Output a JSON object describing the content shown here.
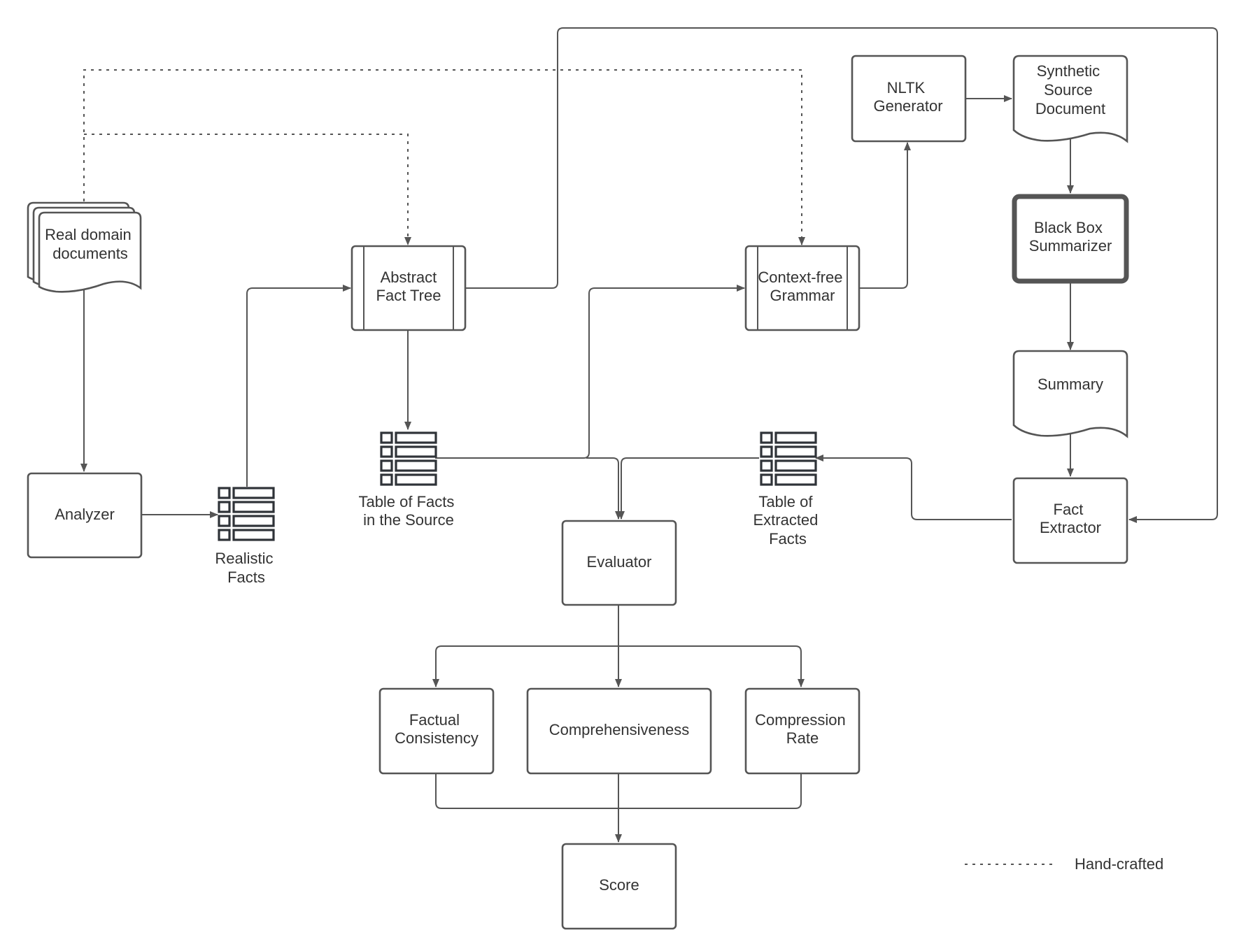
{
  "nodes": {
    "real_docs": [
      "Real domain",
      "documents"
    ],
    "analyzer": [
      "Analyzer"
    ],
    "realistic_facts": [
      "Realistic",
      "Facts"
    ],
    "abstract_fact_tree": [
      "Abstract",
      "Fact Tree"
    ],
    "table_source": [
      "Table of Facts",
      "in the Source"
    ],
    "cfg": [
      "Context-free",
      "Grammar"
    ],
    "nltk": [
      "NLTK",
      "Generator"
    ],
    "synthetic_doc": [
      "Synthetic",
      "Source",
      "Document"
    ],
    "black_box": [
      "Black Box",
      "Summarizer"
    ],
    "summary": [
      "Summary"
    ],
    "fact_extractor": [
      "Fact",
      "Extractor"
    ],
    "table_extracted": [
      "Table of",
      "Extracted",
      "Facts"
    ],
    "evaluator": [
      "Evaluator"
    ],
    "factual": [
      "Factual",
      "Consistency"
    ],
    "comprehensiveness": [
      "Comprehensiveness"
    ],
    "compression": [
      "Compression",
      "Rate"
    ],
    "score": [
      "Score"
    ]
  },
  "legend": {
    "hand_crafted": "Hand-crafted"
  }
}
